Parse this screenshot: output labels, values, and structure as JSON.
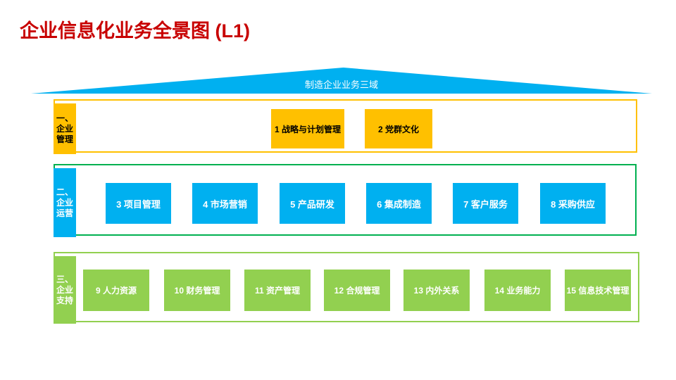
{
  "title": "企业信息化业务全景图 (L1)",
  "roof": {
    "label": "制造企业业务三域"
  },
  "rows": [
    {
      "name": "企业管理",
      "tab": {
        "label": "一、企业管理",
        "lines": [
          "一、",
          "企业",
          "管理"
        ]
      },
      "boxes": [
        "1 战略与计划管理",
        "2 党群文化"
      ]
    },
    {
      "name": "企业运营",
      "tab": {
        "label": "二、企业运营",
        "lines": [
          "二、",
          "企业",
          "运营"
        ]
      },
      "boxes": [
        "3 项目管理",
        "4 市场营销",
        "5 产品研发",
        "6 集成制造",
        "7 客户服务",
        "8 采购供应"
      ]
    },
    {
      "name": "企业支持",
      "tab": {
        "label": "三、企业支持",
        "lines": [
          "三、",
          "企业",
          "支持"
        ]
      },
      "boxes": [
        "9 人力资源",
        "10 财务管理",
        "11 资产管理",
        "12 合规管理",
        "13 内外关系",
        "14 业务能力",
        "15 信息技术管理"
      ]
    }
  ],
  "colors": {
    "title_red": "#C80000",
    "roof_blue": "#00B0F0",
    "management_yellow": "#FFC000",
    "operations_blue": "#00B0F0",
    "support_green": "#92D050",
    "operations_border_green": "#00B050"
  }
}
